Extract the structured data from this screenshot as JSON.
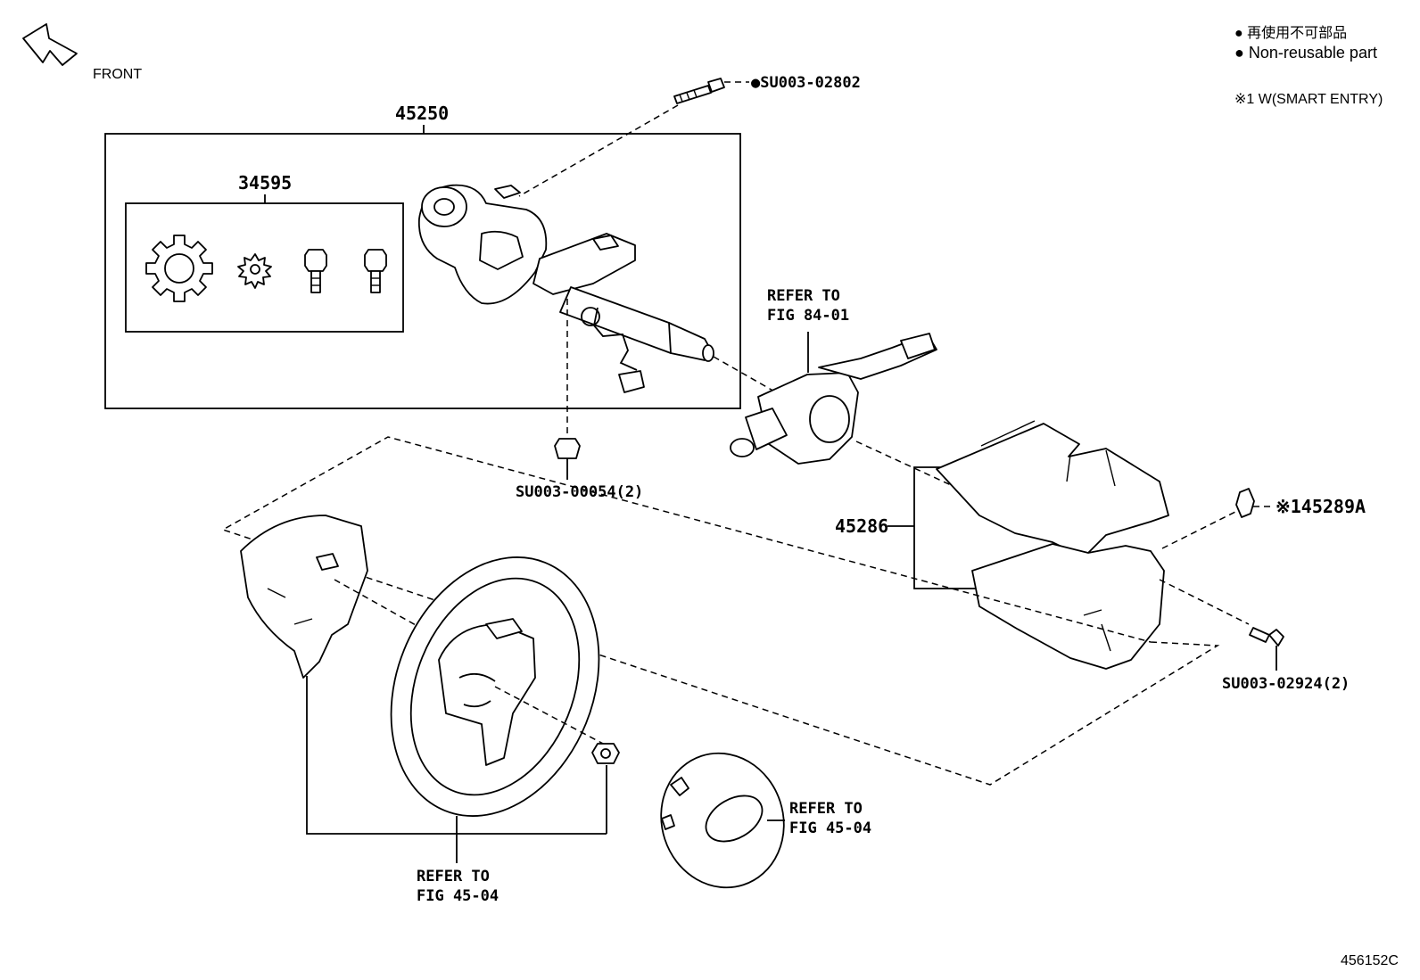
{
  "legend": {
    "japanese": "● 再使用不可部品",
    "english": "● Non-reusable part",
    "note": "※1 W(SMART ENTRY)"
  },
  "front_label": "FRONT",
  "figure_id": "456152C",
  "parts": {
    "column_assembly": "45250",
    "lock_set": "34595",
    "column_cover": "45286",
    "ignition_switch": "※145289A",
    "column_bolt": "●SU003-02802",
    "nut": "SU003-00054(2)",
    "cover_screw": "SU003-02924(2)"
  },
  "references": {
    "combination_switch_line1": "REFER TO",
    "combination_switch_line2": "FIG 84-01",
    "airbag_line1": "REFER TO",
    "airbag_line2": "FIG 45-04",
    "wheel_line1": "REFER TO",
    "wheel_line2": "FIG 45-04"
  }
}
